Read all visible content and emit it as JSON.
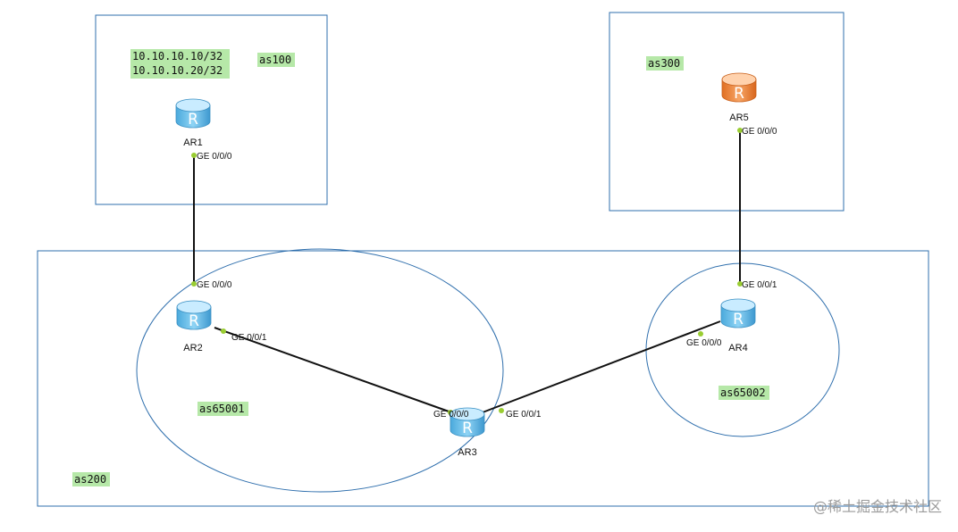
{
  "colors": {
    "box_border": "#2f6fad",
    "link": "#111111",
    "port_dot": "#9acd32",
    "label_bg": "#b6e8a8",
    "router_blue_top": "#bfe7ff",
    "router_blue_body": "#6cc3ee",
    "router_orange_top": "#ffd0a8",
    "router_orange_body": "#f08a3c"
  },
  "areas": {
    "as100": "as100",
    "as300": "as300",
    "as200": "as200",
    "as65001": "as65001",
    "as65002": "as65002"
  },
  "prefixes": [
    "10.10.10.10/32",
    "10.10.10.20/32"
  ],
  "routers": {
    "ar1": {
      "name": "AR1",
      "icon": "router-icon",
      "color": "blue"
    },
    "ar2": {
      "name": "AR2",
      "icon": "router-icon",
      "color": "blue"
    },
    "ar3": {
      "name": "AR3",
      "icon": "router-icon",
      "color": "blue"
    },
    "ar4": {
      "name": "AR4",
      "icon": "router-icon",
      "color": "blue"
    },
    "ar5": {
      "name": "AR5",
      "icon": "router-icon",
      "color": "orange"
    }
  },
  "interfaces": {
    "ar1_g000": "GE 0/0/0",
    "ar2_g000": "GE 0/0/0",
    "ar2_g001": "GE 0/0/1",
    "ar3_g000": "GE 0/0/0",
    "ar3_g001": "GE 0/0/1",
    "ar4_g000": "GE 0/0/0",
    "ar4_g001": "GE 0/0/1",
    "ar5_g000": "GE 0/0/0"
  },
  "watermark": "@稀土掘金技术社区"
}
